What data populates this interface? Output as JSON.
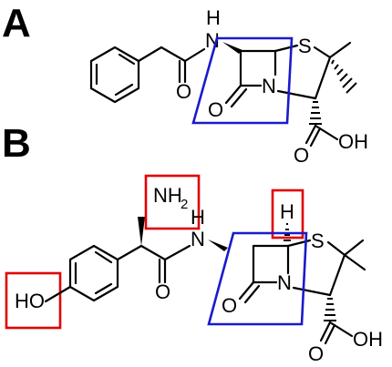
{
  "panels": [
    {
      "label": "A",
      "atoms": {
        "amide_nh": "N",
        "amide_h": "H",
        "amide_o": "O",
        "ring_n": "N",
        "lactam_o": "O",
        "sulfur": "S",
        "acid_o": "O",
        "acid_oh": "OH"
      }
    },
    {
      "label": "B",
      "atoms": {
        "amine_n": "NH",
        "amine_sub": "2",
        "amide_n": "N",
        "amide_h": "H",
        "amide_o": "O",
        "hydroxyl": "HO",
        "h_atom": "H",
        "ring_n": "N",
        "lactam_o": "O",
        "sulfur": "S",
        "acid_o": "O",
        "acid_oh": "OH"
      }
    }
  ],
  "colors": {
    "highlight_red": "#e00000",
    "highlight_blue": "#1a1acc",
    "bond": "#000000"
  }
}
